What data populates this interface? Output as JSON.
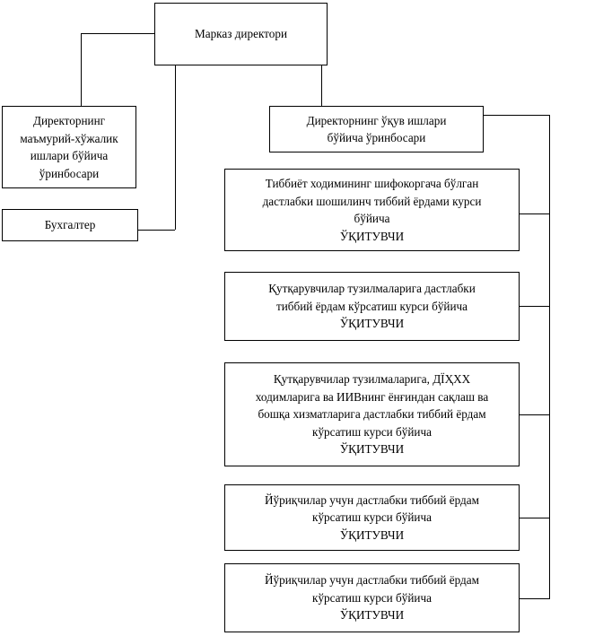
{
  "diagram": {
    "title": "Organizational structure chart",
    "background_color": "#ffffff",
    "line_color": "#000000",
    "text_color": "#000000",
    "nodes": {
      "director": {
        "label": "Марказ директори",
        "level": "top"
      },
      "deputy_admin": {
        "label": "Директорнинг\nмаъмурий-хўжалик\nишлари бўйича\nўринбосари",
        "level": "left-branch"
      },
      "accountant": {
        "label": "Бухгалтер",
        "level": "left-branch"
      },
      "deputy_academic": {
        "label": "Директорнинг ўқув ишлари\nбўйича ўринбосари",
        "level": "right-branch"
      },
      "course_1": {
        "label": "Тиббиёт ходимининг шифокоргача бўлган\nдастлабки шошилинч тиббий ёрдами курси\nбўйича\nЎҚИТУВЧИ"
      },
      "course_2": {
        "label": "Қутқарувчилар тузилмаларига дастлабки\nтиббий ёрдам кўрсатиш курси бўйича\nЎҚИТУВЧИ"
      },
      "course_3": {
        "label": "Қутқарувчилар тузилмаларига, ДЇҲХХ\nходимларига ва ИИВнинг ёнғиндан сақлаш ва\nбошқа хизматларига дастлабки тиббий ёрдам\nкўрсатиш курси бўйича\nЎҚИТУВЧИ"
      },
      "course_4": {
        "label": "Йўриқчилар учун дастлабки тиббий ёрдам\nкўрсатиш курси бўйича\nЎҚИТУВЧИ"
      },
      "course_5": {
        "label": "Йўриқчилар учун дастлабки тиббий ёрдам\nкўрсатиш курси бўйича\nЎҚИТУВЧИ"
      }
    }
  }
}
